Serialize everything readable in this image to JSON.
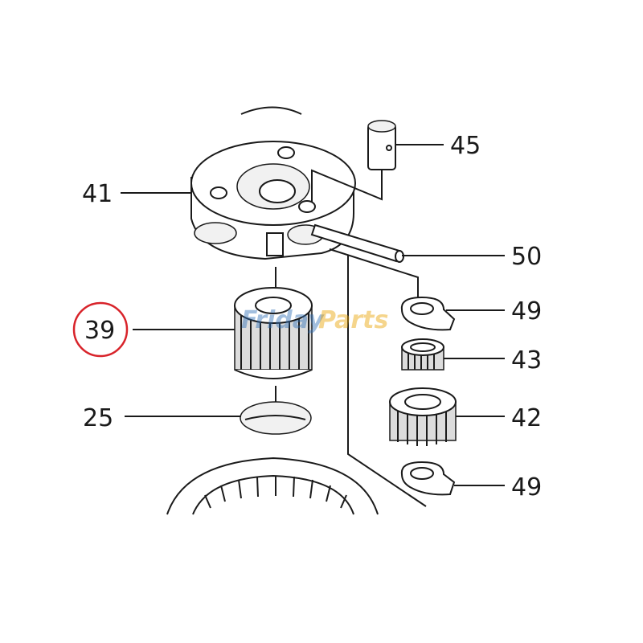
{
  "callouts": {
    "c45": "45",
    "c41": "41",
    "c50": "50",
    "c49a": "49",
    "c39": "39",
    "c43": "43",
    "c42": "42",
    "c25": "25",
    "c49b": "49"
  },
  "highlight": {
    "callout": "39",
    "color": "#d8232a"
  },
  "watermark": {
    "text_a": "Friday",
    "text_b": "Parts",
    "color_a": "#2f6fb5",
    "color_b": "#e8a200"
  }
}
